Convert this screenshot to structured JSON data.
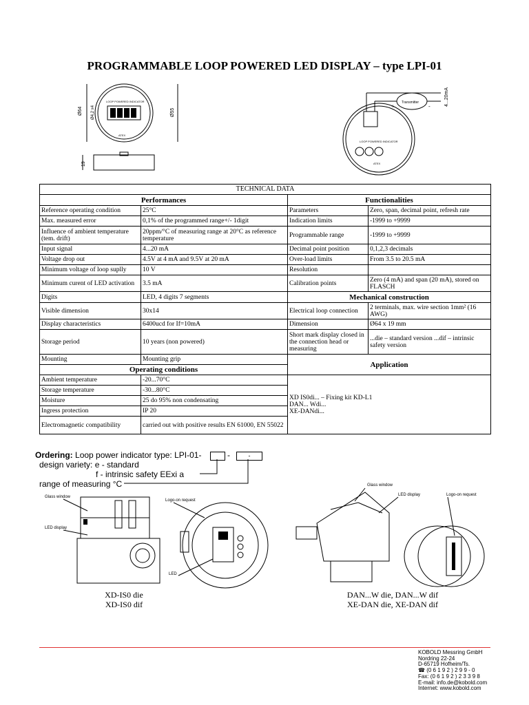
{
  "title": "PROGRAMMABLE LOOP POWERED LED DISPLAY – type LPI-01",
  "front_drawing": {
    "dim_64": "Ø64",
    "dim_4_2": "Ø4,2 x4",
    "dim_55": "Ø55",
    "dim_19": "19",
    "device_label": "LOOP POWERED INDICATOR",
    "atex": "ATEX"
  },
  "wiring_drawing": {
    "transmitter": "Transmitter",
    "range": "4...20mA",
    "device_label": "LOOP POWERED INDICATOR",
    "atex": "ATEX",
    "plus": "+",
    "minus": "-"
  },
  "table": {
    "top_header": "TECHNICAL DATA",
    "performances_header": "Performances",
    "functionalities_header": "Functionalities",
    "mechanical_header": "Mechanical construction",
    "operating_header": "Operating conditions",
    "application_header": "Application",
    "performances": [
      {
        "k": "Reference operating condition",
        "v": "25°C"
      },
      {
        "k": "Max. measured error",
        "v": "0,1% of the programmed range+/- 1digit"
      },
      {
        "k": "Influence of ambient temperature (tem. drift)",
        "v": "20ppm/°C of measuring range at 20°C as reference temperature"
      },
      {
        "k": "Input signal",
        "v": "4...20 mA"
      },
      {
        "k": "Voltage drop out",
        "v": "4.5V at 4 mA and 9.5V at 20 mA"
      },
      {
        "k": "Minimum voltage of loop suplly",
        "v": "10 V"
      },
      {
        "k": "Minimum curent of LED activation",
        "v": "3.5 mA"
      },
      {
        "k": "Digits",
        "v": "LED, 4 digits 7 segments"
      },
      {
        "k": "Visible dimension",
        "v": "30x14"
      },
      {
        "k": "Display characteristics",
        "v": "6400ucd for If=10mA"
      },
      {
        "k": "Storage period",
        "v": "10 years (non powered)"
      },
      {
        "k": "Mounting",
        "v": "Mounting grip"
      }
    ],
    "functionalities": [
      {
        "k": "Parameters",
        "v": "Zero, span, decimal point, refresh rate"
      },
      {
        "k": "Indication limits",
        "v": "-1999 to +9999"
      },
      {
        "k": "Programmable range",
        "v": "-1999 to +9999"
      },
      {
        "k": "Decimal point position",
        "v": "0,1,2,3 decimals"
      },
      {
        "k": "Over-load limits",
        "v": "From 3.5 to 20.5 mA"
      },
      {
        "k": "Resolution",
        "v": ""
      },
      {
        "k": "Calibration points",
        "v": "Zero (4 mA) and span (20 mA), stored on FLASCH"
      }
    ],
    "mechanical": [
      {
        "k": "Electrical loop connection",
        "v": "2 terminals, max. wire section 1mm² (16 AWG)"
      },
      {
        "k": "Dimension",
        "v": "Ø64 x 19 mm"
      },
      {
        "k": "Short mark display closed in the connection head or measuring",
        "v": "...die – standard version ...dif – intrinsic safety version"
      }
    ],
    "operating": [
      {
        "k": "Ambient temperature",
        "v": "-20...70°C"
      },
      {
        "k": "Storage temperature",
        "v": "-30...80°C"
      },
      {
        "k": "Moisture",
        "v": "25 do 95% non condensating"
      },
      {
        "k": "Ingress protection",
        "v": "IP 20"
      },
      {
        "k": "Electromagnetic compatibility",
        "v": "carried out with positive results EN 61000, EN 55022"
      }
    ],
    "application_lines": [
      "XD IS0di... – Fixing kit KD-L1",
      "DAN... Wdi...",
      "XE-DANdi..."
    ]
  },
  "ordering": {
    "label": "Ordering:",
    "text": "Loop power indicator type: LPI-01-",
    "dash1": "-",
    "box2": "-",
    "design_variety": "design variety:  e - standard",
    "intrinsic": "f - intrinsic safety  EExi a",
    "range": "range of measuring °C"
  },
  "product_drawings": {
    "glass_window_left": "Glass window",
    "led_display_left": "LED display",
    "logo_request_left": "Logo-on request",
    "led_left": "LED",
    "caption_left": "XD-IS0 die\nXD-IS0 dif",
    "glass_window_right": "Glass window",
    "led_display_right": "LED display",
    "logo_request_right": "Logo-on request",
    "caption_right": "DAN...W die, DAN...W dif\nXE-DAN die, XE-DAN dif"
  },
  "address": [
    "KOBOLD Messring GmbH",
    "Nordring 22-24",
    "D-65719 Hofheim/Ts.",
    "☎  (0 6 1 9 2 ) 2 9 9 - 0",
    "Fax: (0 6 1 9 2 ) 2 3 3 9 8",
    "E-mail: info.de@kobold.com",
    "Internet: www.kobold.com"
  ],
  "colors": {
    "rule": "#e03030"
  }
}
